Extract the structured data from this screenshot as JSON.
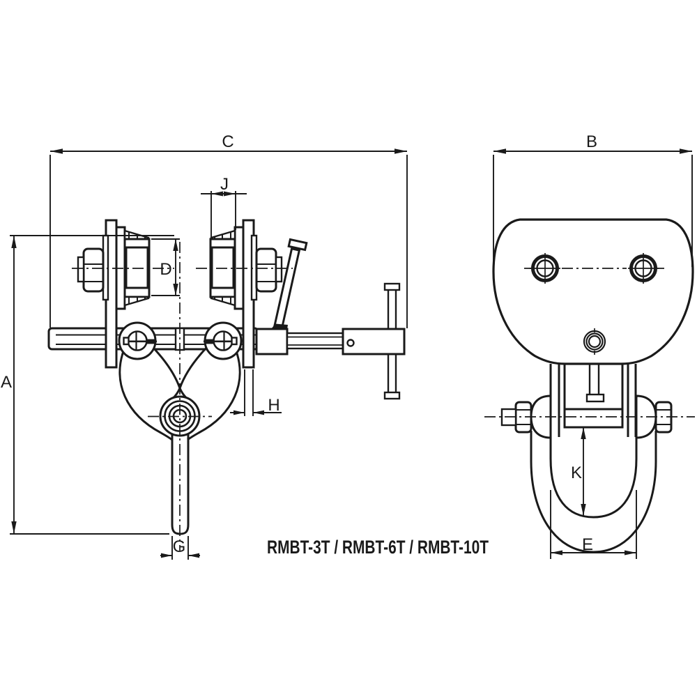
{
  "drawing": {
    "title": "RMBT-3T / RMBT-6T / RMBT-10T",
    "background": "#ffffff",
    "line_color": "#1a1a1a",
    "dimension_labels": {
      "A": "A",
      "B": "B",
      "C": "C",
      "D": "D",
      "E": "E",
      "G": "G",
      "H": "H",
      "J": "J",
      "K": "K"
    }
  }
}
